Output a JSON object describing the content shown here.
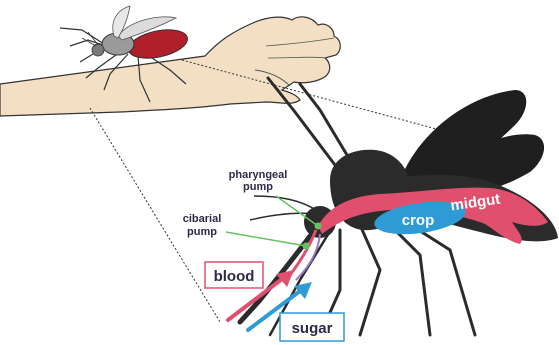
{
  "labels": {
    "pharyngeal_line1": "pharyngeal",
    "pharyngeal_line2": "pump",
    "cibarial_line1": "cibarial",
    "cibarial_line2": "pump",
    "midgut": "midgut",
    "crop": "crop",
    "blood": "blood",
    "sugar": "sugar"
  },
  "colors": {
    "skin": "#f2dfc4",
    "skin_outline": "#333333",
    "mosquito_body": "#2b2b2b",
    "midgut": "#e0506e",
    "crop": "#2e9bd6",
    "pump_lines": "#66c261",
    "blood_arrow": "#e0506e",
    "sugar_arrow": "#2e9bd6",
    "blood_fill_small_mosquito": "#b0202a"
  },
  "icons": {
    "small_mosquito": "mosquito-icon",
    "arm": "human-arm"
  }
}
